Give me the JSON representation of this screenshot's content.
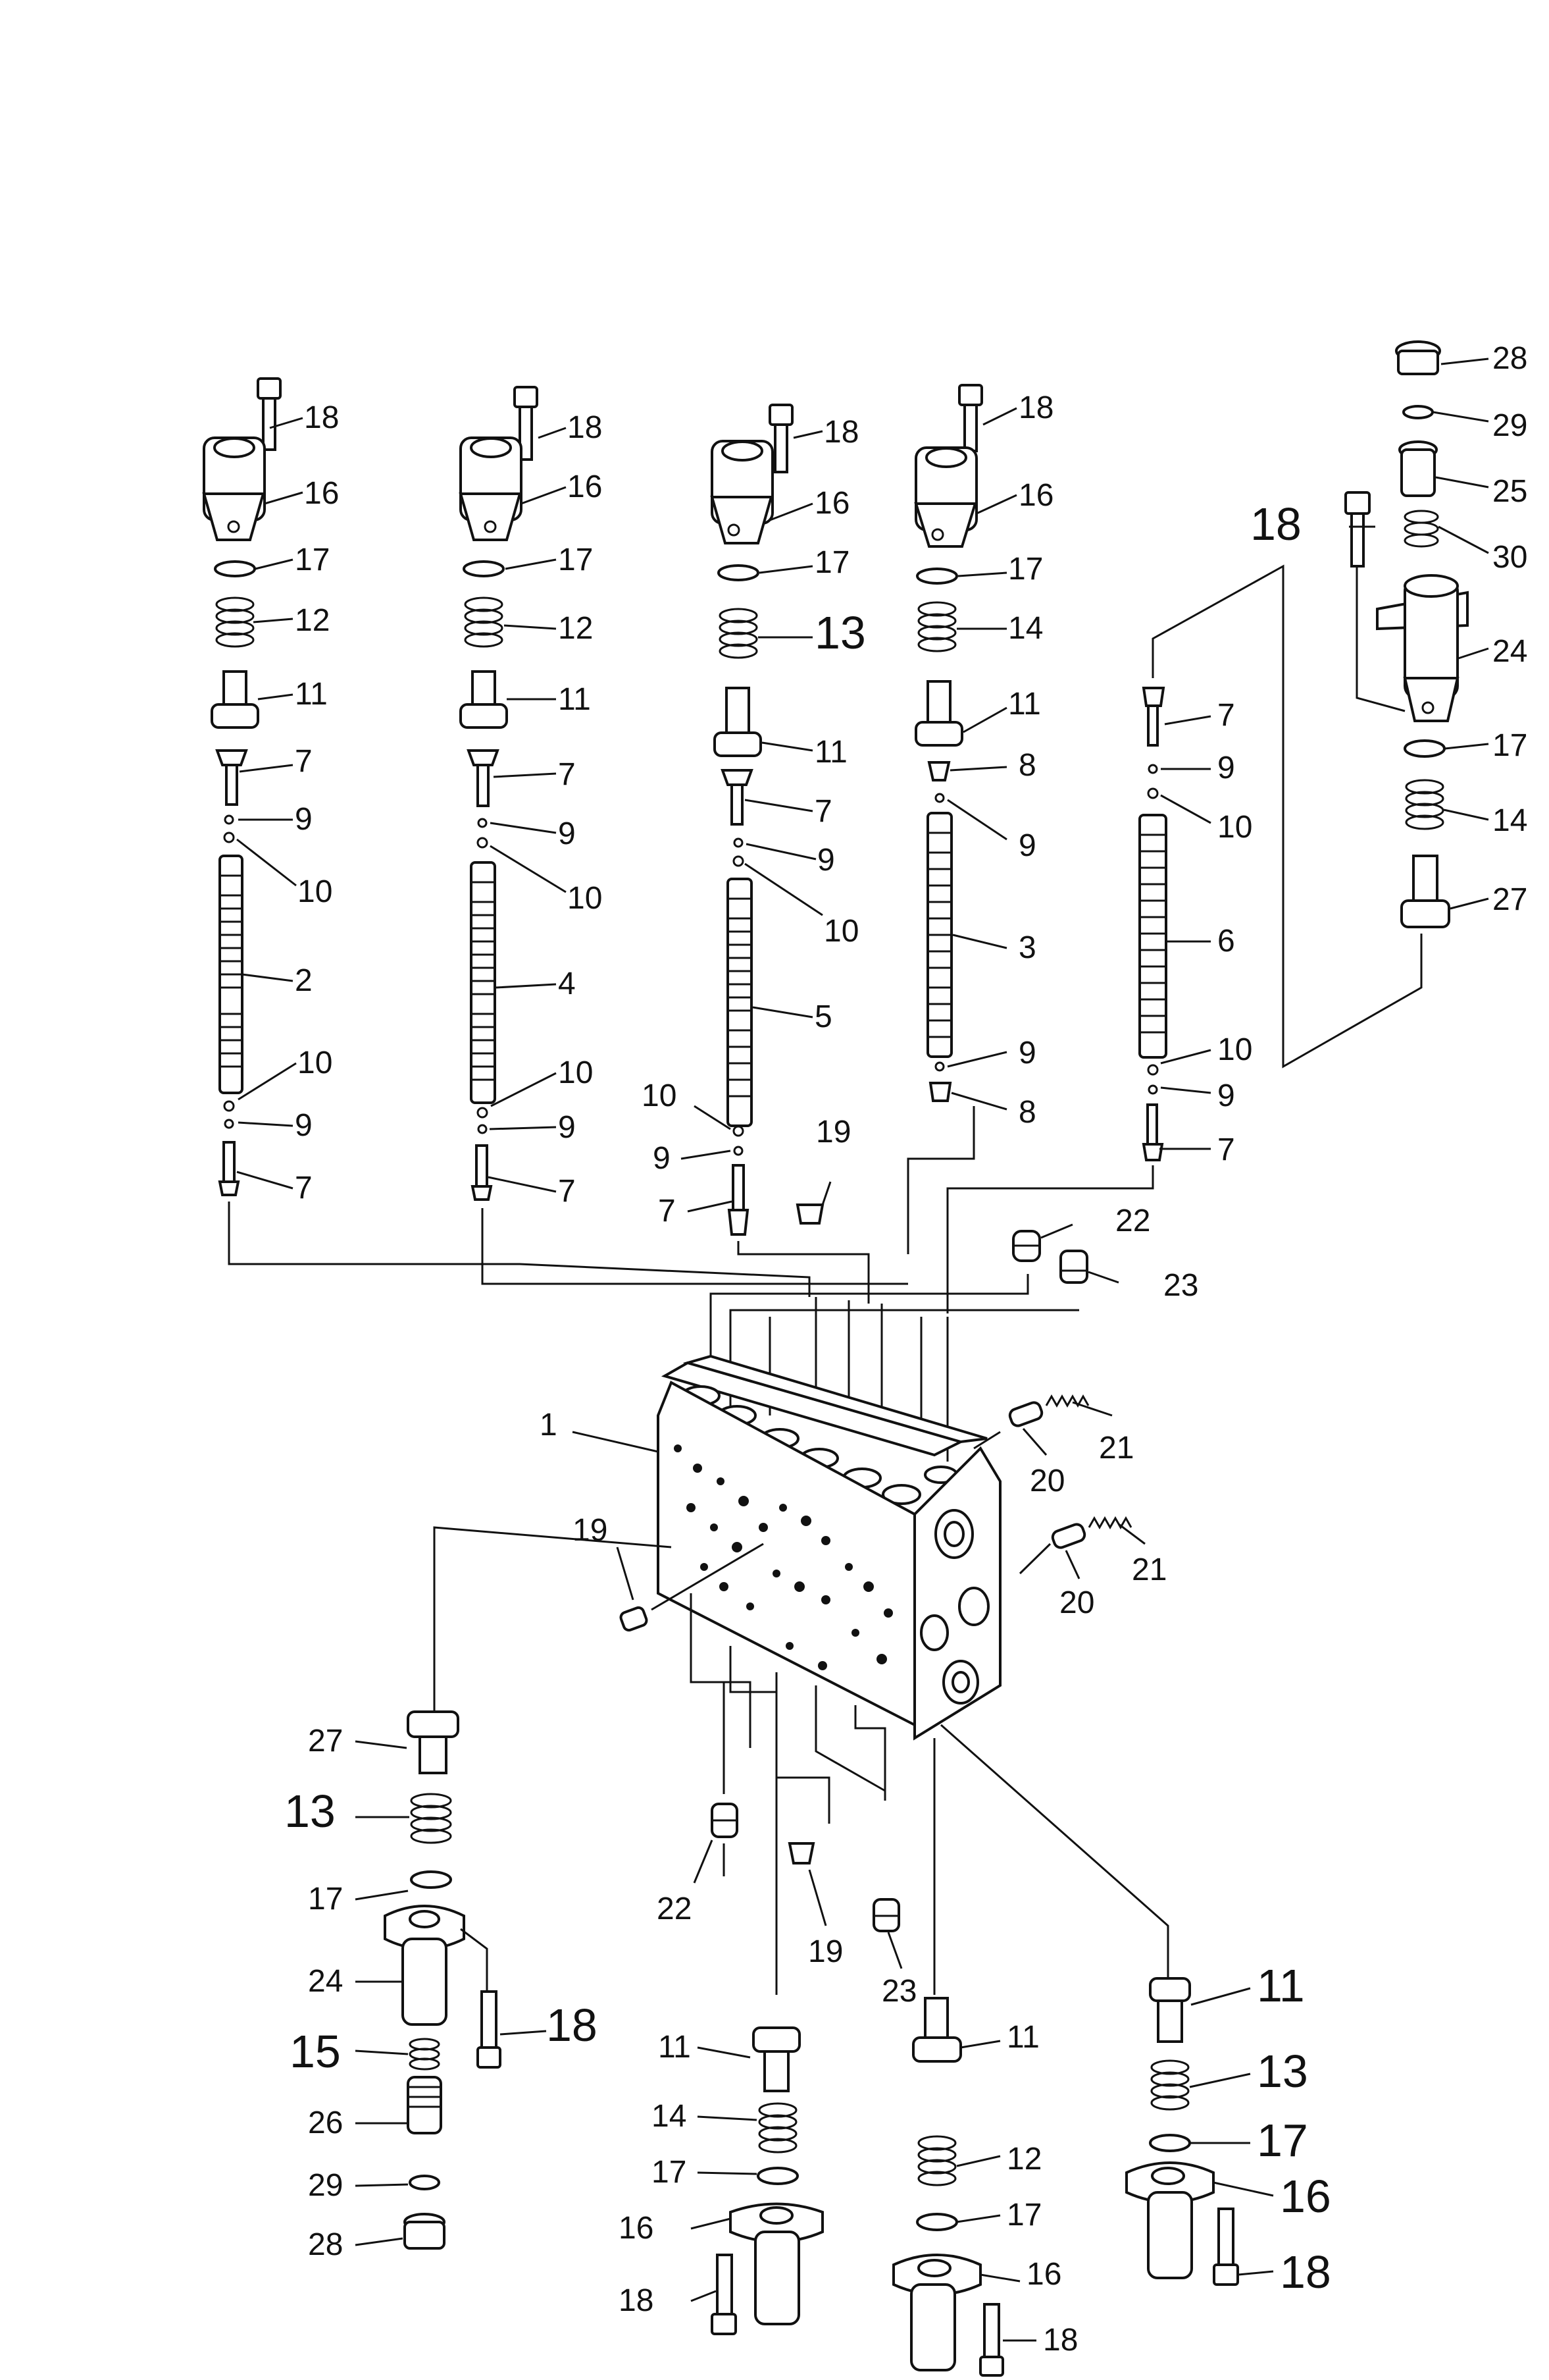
{
  "diagram": {
    "kind": "exploded parts view, control valve assembly",
    "labels": [
      "18",
      "16",
      "17",
      "12",
      "11",
      "7",
      "9",
      "10",
      "2",
      "10",
      "9",
      "7",
      "18",
      "16",
      "17",
      "12",
      "11",
      "7",
      "9",
      "10",
      "4",
      "10",
      "9",
      "7",
      "18",
      "16",
      "17",
      "13",
      "11",
      "7",
      "9",
      "10",
      "5",
      "10",
      "9",
      "7",
      "19",
      "18",
      "16",
      "17",
      "14",
      "11",
      "8",
      "9",
      "3",
      "9",
      "8",
      "7",
      "9",
      "10",
      "6",
      "10",
      "9",
      "7",
      "28",
      "29",
      "25",
      "18",
      "30",
      "24",
      "17",
      "14",
      "27",
      "22",
      "23",
      "1",
      "20",
      "21",
      "20",
      "21",
      "19",
      "27",
      "13",
      "17",
      "24",
      "18",
      "15",
      "26",
      "29",
      "28",
      "22",
      "19",
      "23",
      "11",
      "14",
      "17",
      "16",
      "18",
      "11",
      "12",
      "17",
      "16",
      "18",
      "11",
      "13",
      "17",
      "16",
      "18"
    ]
  }
}
